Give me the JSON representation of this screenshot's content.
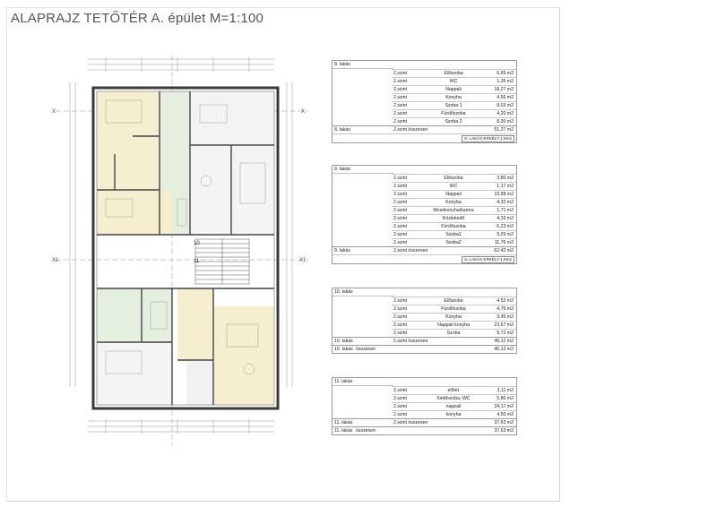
{
  "title": "ALAPRAJZ TETŐTÉR  A. épület M=1:100",
  "plan": {
    "unit_labels": [
      "10",
      "11"
    ],
    "axis_labels": {
      "x": "X",
      "x1": "X1"
    }
  },
  "tables": [
    {
      "header": "8. lakás",
      "rows": [
        {
          "level": "2.szint",
          "room": "Előszoba",
          "area": "6,65 m2"
        },
        {
          "level": "2.szint",
          "room": "WC",
          "area": "1,35 m2"
        },
        {
          "level": "2.szint",
          "room": "Nappali",
          "area": "18,27 m2"
        },
        {
          "level": "2.szint",
          "room": "Konyha",
          "area": "4,56 m2"
        },
        {
          "level": "2.szint",
          "room": "Szoba 1",
          "area": "8,03 m2"
        },
        {
          "level": "2.szint",
          "room": "Fürdőszoba",
          "area": "4,20 m2"
        },
        {
          "level": "2.szint",
          "room": "Szoba 2",
          "area": "8,30 m2"
        }
      ],
      "summary": [
        {
          "c1": "8. lakás",
          "c2": "",
          "c3": "2.szint összesen",
          "area": "51,37 m2"
        }
      ],
      "note": "8. LAKÁS ERKÉLY:1,8m2"
    },
    {
      "header": "9. lakás",
      "rows": [
        {
          "level": "2.szint",
          "room": "Előszoba",
          "area": "3,80 m2"
        },
        {
          "level": "2.szint",
          "room": "WC",
          "area": "1,17 m2"
        },
        {
          "level": "2.szint",
          "room": "Nappali",
          "area": "19,98 m2"
        },
        {
          "level": "2.szint",
          "room": "Konyha",
          "area": "4,32 m2"
        },
        {
          "level": "2.szint",
          "room": "Mosókonyha/kamra",
          "area": "1,71 m2"
        },
        {
          "level": "2.szint",
          "room": "Közlekedő",
          "area": "4,16 m2"
        },
        {
          "level": "2.szint",
          "room": "Fürdőszoba",
          "area": "6,23 m2"
        },
        {
          "level": "2.szint",
          "room": "Szoba1",
          "area": "9,29 m2"
        },
        {
          "level": "2.szint",
          "room": "Szoba2",
          "area": "11,76 m2"
        }
      ],
      "summary": [
        {
          "c1": "9. lakás",
          "c2": "",
          "c3": "2.szint összesen",
          "area": "62,42 m2"
        }
      ],
      "note": "9. LAKÁS ERKÉLY:1,8m2"
    },
    {
      "header": "10. lakás",
      "rows": [
        {
          "level": "2.szint",
          "room": "Előszoba",
          "area": "4,52 m2"
        },
        {
          "level": "2.szint",
          "room": "Fürdőszoba",
          "area": "4,76 m2"
        },
        {
          "level": "2.szint",
          "room": "Konyha",
          "area": "3,45 m2"
        },
        {
          "level": "2.szint",
          "room": "Nappali konyha",
          "area": "23,67 m2"
        },
        {
          "level": "2.szint",
          "room": "Szoba",
          "area": "9,72 m2"
        }
      ],
      "summary": [
        {
          "c1": "10. lakás",
          "c2": "",
          "c3": "2.szint összesen",
          "area": "46,12 m2"
        },
        {
          "c1": "10. lakás",
          "c2": "összesen",
          "c3": "",
          "area": "46,12 m2"
        }
      ],
      "note": ""
    },
    {
      "header": "11. lakás",
      "rows": [
        {
          "level": "2.szint",
          "room": "előtér",
          "area": "3,11 m2"
        },
        {
          "level": "2.szint",
          "room": "fürdőszoba, WC",
          "area": "5,86 m2"
        },
        {
          "level": "2.szint",
          "room": "nappali",
          "area": "24,17 m2"
        },
        {
          "level": "2.szint",
          "room": "konyha",
          "area": "4,50 m2"
        }
      ],
      "summary": [
        {
          "c1": "11. lakás",
          "c2": "",
          "c3": "2.szint összesen",
          "area": "37,63 m2"
        },
        {
          "c1": "11. lakás",
          "c2": "összesen",
          "c3": "",
          "area": "37,63 m2"
        }
      ],
      "note": ""
    }
  ]
}
